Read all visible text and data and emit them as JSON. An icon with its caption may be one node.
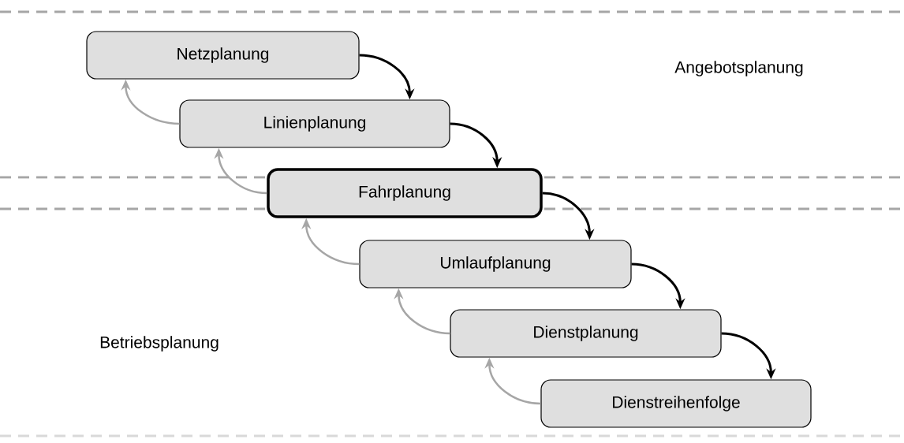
{
  "diagram": {
    "nodes": [
      {
        "text": [
          "Netzplanung"
        ]
      },
      {
        "text": [
          "Linienplanung"
        ]
      },
      {
        "text": [
          "Fahrplanung"
        ]
      },
      {
        "text": [
          "Umlaufplanung"
        ]
      },
      {
        "text": [
          "Dienstplanung"
        ]
      },
      {
        "text": [
          "Dienstreihenfolge"
        ]
      }
    ],
    "edges": [
      {
        "from": 0,
        "to": 1,
        "arrow": "to"
      },
      {
        "from": 1,
        "to": 2,
        "arrow": "to"
      },
      {
        "from": 2,
        "to": 3,
        "arrow": "to"
      },
      {
        "from": 3,
        "to": 4,
        "arrow": "to"
      },
      {
        "from": 4,
        "to": 5,
        "arrow": "to"
      },
      {
        "from": 1,
        "to": 0,
        "arrow": "to",
        "color": "#a6a6a6"
      },
      {
        "from": 2,
        "to": 1,
        "arrow": "to",
        "color": "#a6a6a6"
      },
      {
        "from": 3,
        "to": 2,
        "arrow": "to",
        "color": "#a6a6a6"
      },
      {
        "from": 4,
        "to": 3,
        "arrow": "to",
        "color": "#a6a6a6"
      },
      {
        "from": 5,
        "to": 4,
        "arrow": "to",
        "color": "#a6a6a6"
      }
    ],
    "labels": [
      "Angebotsplanung",
      "Betriebsplanung"
    ]
  }
}
